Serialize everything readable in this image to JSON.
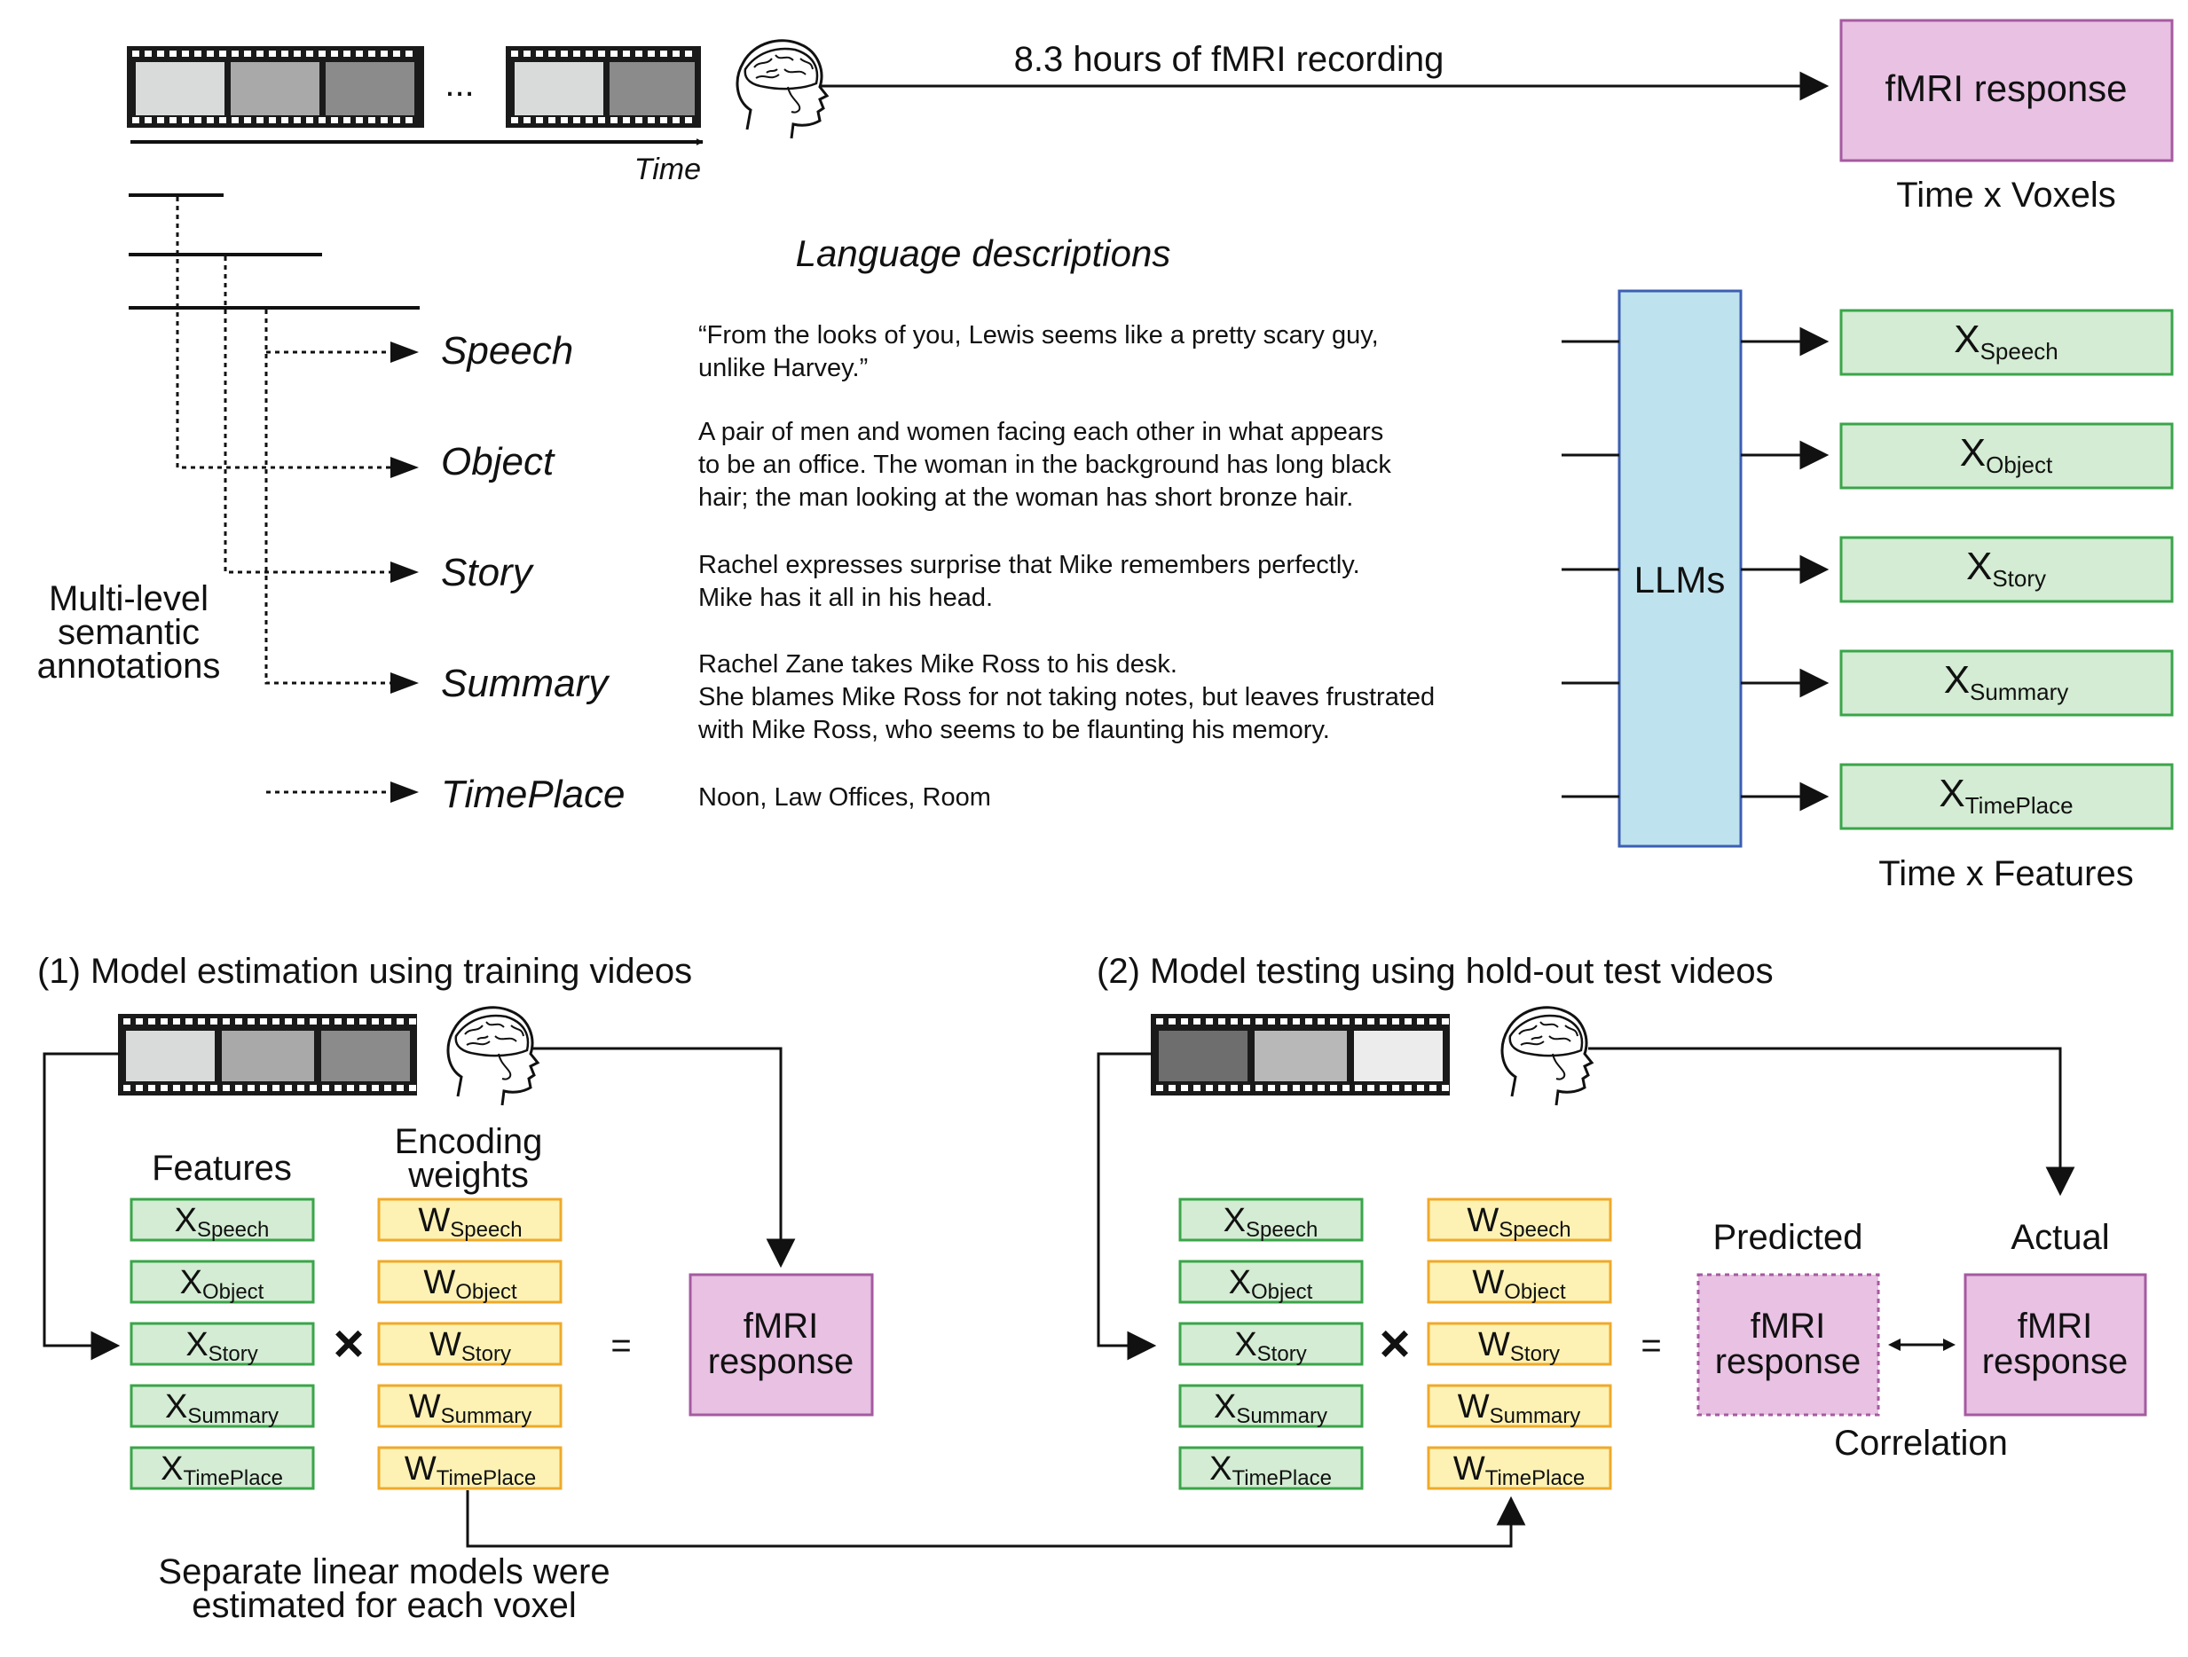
{
  "top": {
    "ellipsis": "...",
    "time_label": "Time",
    "recording_label": "8.3 hours of fMRI recording",
    "fmri_box": "fMRI response",
    "fmri_dims": "Time x Voxels",
    "lang_title": "Language descriptions",
    "annotations_label": [
      "Multi-level",
      "semantic",
      "annotations"
    ],
    "llm_label": "LLMs",
    "features_dims": "Time x Features",
    "levels": [
      {
        "name": "Speech",
        "sub": "Speech",
        "desc": [
          "“From the looks of you, Lewis seems like a pretty scary guy,",
          "unlike Harvey.”"
        ]
      },
      {
        "name": "Object",
        "sub": "Object",
        "desc": [
          "A pair of men and women facing each other in what appears",
          "to be an office. The woman in the background has long black",
          "hair; the man looking at the woman has short bronze hair."
        ]
      },
      {
        "name": "Story",
        "sub": "Story",
        "desc": [
          "Rachel expresses surprise that Mike remembers perfectly.",
          "Mike has it all in his head."
        ]
      },
      {
        "name": "Summary",
        "sub": "Summary",
        "desc": [
          "Rachel Zane takes Mike Ross to his desk.",
          "She blames Mike Ross for not taking notes, but leaves frustrated",
          "with Mike Ross, who seems to be flaunting his memory."
        ]
      },
      {
        "name": "TimePlace",
        "sub": "TimePlace",
        "desc": [
          "Noon, Law Offices, Room"
        ]
      }
    ]
  },
  "bottom": {
    "x_letter": "X",
    "w_letter": "W",
    "times": "×",
    "equals": "=",
    "left": {
      "title": "(1) Model estimation using training videos",
      "features_label": "Features",
      "weights_label": [
        "Encoding",
        "weights"
      ],
      "fmri_box": [
        "fMRI",
        "response"
      ],
      "note": [
        "Separate linear models were",
        "estimated for each voxel"
      ]
    },
    "right": {
      "title": "(2) Model testing using hold-out test videos",
      "predicted_label": "Predicted",
      "actual_label": "Actual",
      "predicted_box": [
        "fMRI",
        "response"
      ],
      "actual_box": [
        "fMRI",
        "response"
      ],
      "correlation_label": "Correlation"
    }
  },
  "colors": {
    "fmri_fill": "#e8c1e3",
    "fmri_stroke": "#a55aa0",
    "feature_fill": "#d3ecd3",
    "feature_stroke": "#3aa549",
    "weight_fill": "#fdf2b4",
    "weight_stroke": "#f0a92a",
    "llm_fill": "#bfe3ee",
    "llm_stroke": "#3c5fb3",
    "line": "#111111"
  }
}
